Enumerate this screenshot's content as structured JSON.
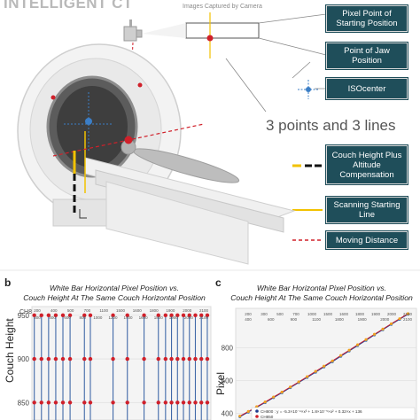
{
  "header": {
    "title": "INTELLIGENT CT",
    "camera_caption": "Images Captured by Camera"
  },
  "labels": [
    {
      "text": "Pixel Point of Starting Position"
    },
    {
      "text": "Point of Jaw Position"
    },
    {
      "text": "ISOcenter"
    },
    {
      "text": "Couch Height Plus Altitude Compensation"
    },
    {
      "text": "Scanning Starting Line"
    },
    {
      "text": "Moving Distance"
    }
  ],
  "summary": "3 points and 3 lines",
  "colors": {
    "label_bg": "#1f4e5a",
    "accent_red": "#d0202a",
    "accent_yellow": "#f2c200",
    "accent_blue": "#3b7ec6",
    "series_blue": "#4169a8"
  },
  "panel_b": {
    "letter": "b",
    "title_line1": "White Bar Horizontal Pixel Position vs.",
    "title_line2": "Couch Height At The Same Couch Horizontal Position",
    "ylabel": "Couch Height",
    "series_prefix": "CH8",
    "y_ticks": [
      "950",
      "900",
      "850"
    ],
    "top_ticks": [
      "200",
      "400",
      "500",
      "700",
      "1100",
      "1500",
      "1600",
      "1800",
      "1900",
      "2000",
      "2100"
    ],
    "bottom_ticks": [
      "300",
      "400",
      "600",
      "800",
      "1000",
      "1200",
      "1400",
      "1600",
      "1800",
      "1900",
      "2000",
      "2100"
    ]
  },
  "panel_c": {
    "letter": "c",
    "title_line1": "White Bar Horizontal Pixel Position vs.",
    "title_line2": "Couch Height At The Same Couch Horizontal Position",
    "ylabel": "Pixel",
    "y_ticks": [
      "800",
      "600",
      "400"
    ],
    "top_ticks": [
      "200",
      "300",
      "500",
      "700",
      "1000",
      "1500",
      "1600",
      "1800",
      "1900",
      "2000",
      "2100"
    ],
    "bottom_ticks": [
      "400",
      "600",
      "900",
      "1100",
      "1800",
      "1900",
      "2000",
      "2100"
    ],
    "legend": [
      {
        "label": "CH800 : y = -5.3×10⁻⁹×x³ + 1.8×10⁻⁵×x² + 0.32×x + 136",
        "color": "#1f3b8f"
      },
      {
        "label": "CH850",
        "color": "#d0202a"
      }
    ]
  },
  "chart_data": [
    {
      "type": "scatter",
      "title": "White Bar Horizontal Pixel Position vs. Couch Height At The Same Couch Horizontal Position",
      "ylabel": "Couch Height",
      "xlabel": "",
      "ylim": [
        830,
        960
      ],
      "y_ticks": [
        950,
        900,
        850
      ],
      "series": [
        {
          "x": [
            -130,
            -100,
            -70,
            -40,
            -10,
            20,
            80,
            105,
            200,
            260,
            330,
            390,
            420,
            445,
            470,
            495,
            520,
            545,
            570,
            595
          ],
          "y_levels": [
            950,
            900,
            850
          ]
        }
      ]
    },
    {
      "type": "scatter",
      "title": "White Bar Horizontal Pixel Position vs. Couch Height At The Same Couch Horizontal Position",
      "ylabel": "Pixel",
      "xlabel": "",
      "ylim": [
        360,
        1040
      ],
      "y_ticks": [
        800,
        600,
        400
      ],
      "series": [
        {
          "name": "CH800",
          "x": [
            0,
            100,
            200,
            300,
            400,
            500,
            600,
            700,
            800,
            900,
            1000,
            1100,
            1200,
            1300,
            1400,
            1500,
            1600,
            1700,
            1800,
            1900,
            2000
          ],
          "y": [
            380,
            408,
            437,
            466,
            496,
            526,
            557,
            588,
            619,
            651,
            683,
            715,
            748,
            780,
            813,
            845,
            878,
            910,
            942,
            973,
            1004
          ]
        },
        {
          "name": "CH850",
          "x": [
            0,
            100,
            200,
            300,
            400,
            500,
            600,
            700,
            800,
            900,
            1000,
            1100,
            1200,
            1300,
            1400,
            1500,
            1600,
            1700,
            1800,
            1900,
            2000
          ],
          "y": [
            384,
            412,
            441,
            470,
            500,
            530,
            561,
            592,
            624,
            656,
            688,
            720,
            753,
            785,
            818,
            850,
            882,
            914,
            946,
            977,
            1008
          ]
        }
      ]
    }
  ]
}
